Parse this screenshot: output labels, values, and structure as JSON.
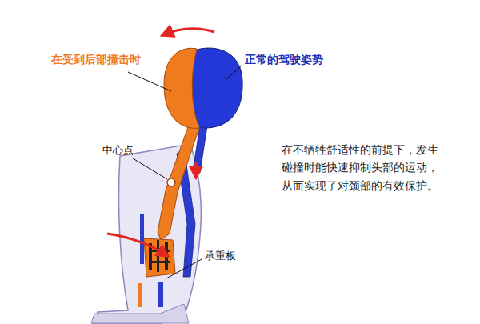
{
  "diagram": {
    "labels": [
      "在受到后部撞击时",
      "正常的驾驶姿势",
      "中心点",
      "承重板",
      "在不牺牲舒适性的前提下，发生 碰撞时能快速抑制头部的运动， 从而实现了对颈部的有效保护。"
    ]
  }
}
